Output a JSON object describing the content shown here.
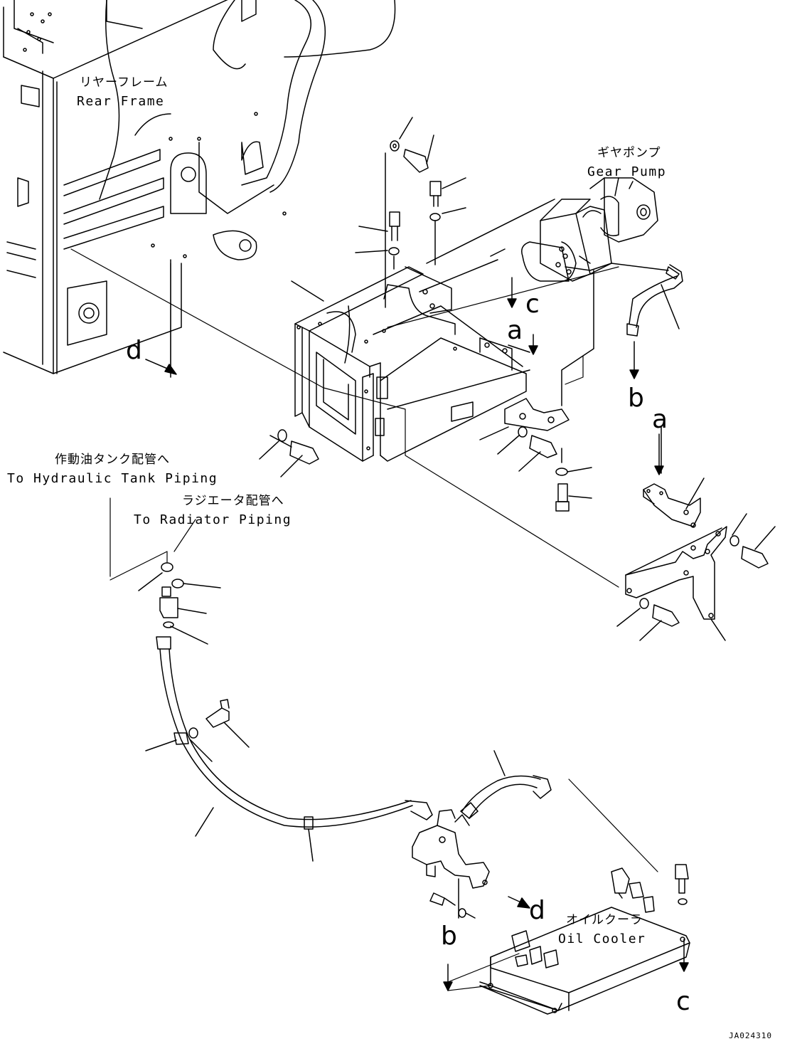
{
  "labels": {
    "rear_frame_jp": "リヤーフレーム",
    "rear_frame_en": "Rear Frame",
    "gear_pump_jp": "ギヤポンプ",
    "gear_pump_en": "Gear Pump",
    "hyd_tank_jp": "作動油タンク配管へ",
    "hyd_tank_en": "To Hydraulic Tank Piping",
    "radiator_jp": "ラジエータ配管へ",
    "radiator_en": "To Radiator Piping",
    "oil_cooler_jp": "オイルクーラ",
    "oil_cooler_en": "Oil Cooler"
  },
  "refs": {
    "a": "a",
    "b": "b",
    "c": "c",
    "d": "d"
  },
  "drawing_code": "JA024310"
}
